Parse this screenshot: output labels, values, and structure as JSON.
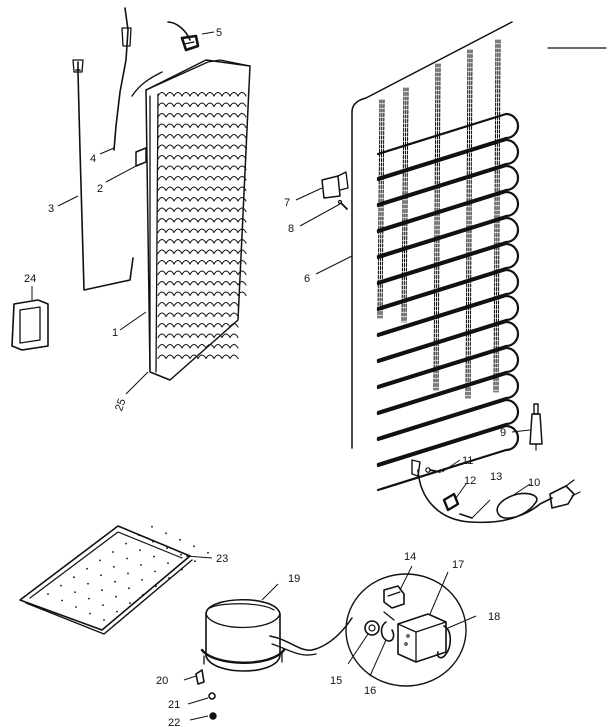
{
  "diagram": {
    "parts": [
      {
        "id": "1",
        "label": "1"
      },
      {
        "id": "2",
        "label": "2"
      },
      {
        "id": "3",
        "label": "3"
      },
      {
        "id": "4",
        "label": "4"
      },
      {
        "id": "5",
        "label": "5"
      },
      {
        "id": "6",
        "label": "6"
      },
      {
        "id": "7",
        "label": "7"
      },
      {
        "id": "8",
        "label": "8"
      },
      {
        "id": "9",
        "label": "9"
      },
      {
        "id": "10",
        "label": "10"
      },
      {
        "id": "11",
        "label": "11"
      },
      {
        "id": "12",
        "label": "12"
      },
      {
        "id": "13",
        "label": "13"
      },
      {
        "id": "14",
        "label": "14"
      },
      {
        "id": "15",
        "label": "15"
      },
      {
        "id": "16",
        "label": "16"
      },
      {
        "id": "17",
        "label": "17"
      },
      {
        "id": "18",
        "label": "18"
      },
      {
        "id": "19",
        "label": "19"
      },
      {
        "id": "20",
        "label": "20"
      },
      {
        "id": "21",
        "label": "21"
      },
      {
        "id": "22",
        "label": "22"
      },
      {
        "id": "23",
        "label": "23"
      },
      {
        "id": "24",
        "label": "24"
      },
      {
        "id": "25",
        "label": "25"
      }
    ]
  }
}
